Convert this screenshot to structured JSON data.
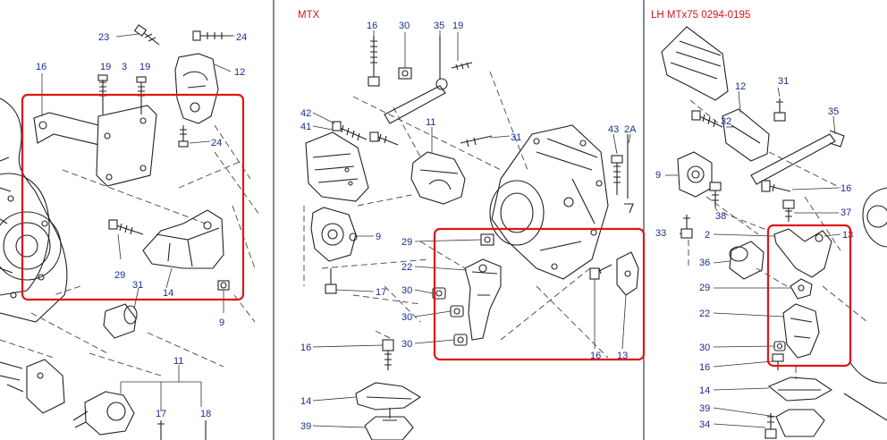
{
  "panels": [
    {
      "id": "left",
      "header": "",
      "labels": [
        "23",
        "24",
        "16",
        "19",
        "3",
        "19",
        "12",
        "24",
        "29",
        "31",
        "14",
        "9",
        "11",
        "17",
        "18"
      ]
    },
    {
      "id": "middle",
      "header": "MTX",
      "labels": [
        "16",
        "30",
        "35",
        "19",
        "42",
        "41",
        "11",
        "31",
        "43",
        "2A",
        "9",
        "29",
        "22",
        "30",
        "30",
        "30",
        "17",
        "16",
        "16",
        "13",
        "14",
        "39"
      ]
    },
    {
      "id": "right",
      "header": "LH  MTx75  0294-0195",
      "labels": [
        "12",
        "31",
        "32",
        "35",
        "9",
        "16",
        "38",
        "37",
        "33",
        "2",
        "13",
        "36",
        "29",
        "22",
        "30",
        "16",
        "14",
        "39",
        "34"
      ]
    }
  ],
  "colors": {
    "highlight": "#e01515",
    "callout": "#1a2e8a",
    "header": "#d01818",
    "ink": "#222222"
  }
}
